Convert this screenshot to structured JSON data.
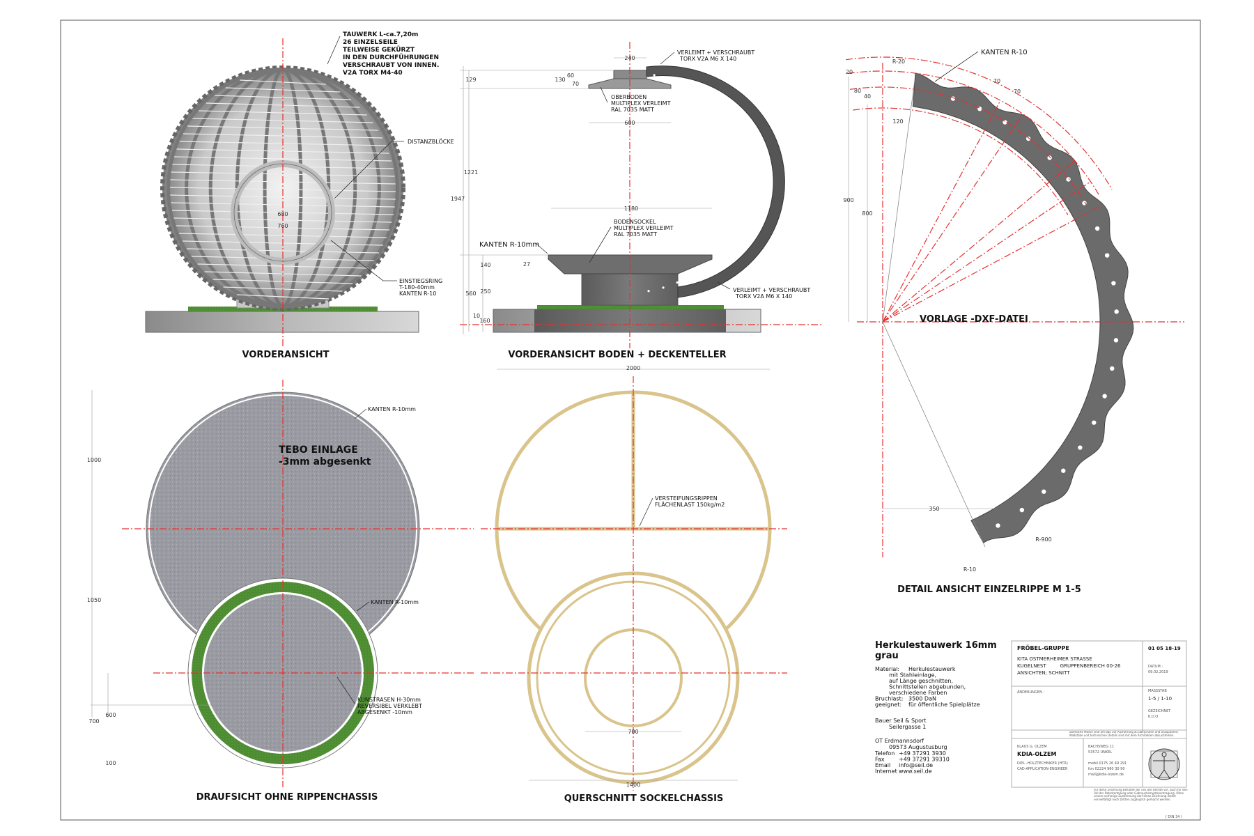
{
  "colors": {
    "centerline": "#e53030",
    "steel": "#6e6e6e",
    "tebo": "#9a9ba2",
    "grass": "#4d8c32",
    "wood": "#e8d9a8"
  },
  "front_view": {
    "title": "VORDERANSICHT",
    "rope_note": [
      "TAUWERK L-ca.7,20m",
      "26 EINZELSEILE",
      "TEILWEISE GEKÜRZT",
      "IN DEN DURCHFÜHRUNGEN",
      "VERSCHRAUBT VON INNEN.",
      "V2A TORX M4-40"
    ],
    "distance_blocks": "DISTANZBLÖCKE",
    "entry_ring": [
      "EINSTIEGSRING",
      "T-180-40mm",
      "KANTEN R-10"
    ],
    "dims": [
      "680",
      "760"
    ]
  },
  "base_view": {
    "title": "VORDERANSICHT  BODEN + DECKENTELLER",
    "top_screw": [
      "VERLEIMT + VERSCHRAUBT",
      "TORX V2A  M6 X 140"
    ],
    "top_board": [
      "OBERBODEN",
      "MULTIPLEX VERLEIMT",
      "RAL 7035 MATT"
    ],
    "base_plinth": [
      "BODENSOCKEL",
      "MULTIPLEX VERLEIMT",
      "RAL 7035 MATT"
    ],
    "edges": "KANTEN R-10mm",
    "bottom_screw": [
      "VERLEIMT + VERSCHRAUBT",
      "TORX V2A  M6 X 140"
    ],
    "dims": [
      "240",
      "129",
      "130",
      "60",
      "70",
      "600",
      "1221",
      "1947",
      "1180",
      "27",
      "140",
      "250",
      "560",
      "10",
      "160"
    ]
  },
  "rib_detail": {
    "title": "DETAIL ANSICHT EINZELRIPPE  M 1-5",
    "template": "VORLAGE -DXF-DATEI",
    "edges": "KANTEN R-10",
    "dims": [
      "R-20",
      "20",
      "80",
      "40",
      "120",
      "70",
      "70",
      "900",
      "800",
      "350",
      "R-900",
      "R-10"
    ]
  },
  "top_view": {
    "title": "DRAUFSICHT OHNE RIPPENCHASSIS",
    "insert": [
      "TEBO EINLAGE",
      "-3mm abgesenkt"
    ],
    "edges_1": "KANTEN R-10mm",
    "edges_2": "KANTEN R-10mm",
    "turf": [
      "KUNSTRASEN H-30mm",
      "REVERSIBEL VERKLEBT",
      "ABGESENKT -10mm"
    ],
    "dims": [
      "1000",
      "1050",
      "700",
      "600",
      "100"
    ]
  },
  "section_view": {
    "title": "QUERSCHNITT SOCKELCHASSIS",
    "ribs": [
      "VERSTEIFUNGSRIPPEN",
      "FLÄCHENLAST 150kg/m2"
    ],
    "dims": [
      "2000",
      "700",
      "1400"
    ]
  },
  "material": {
    "title": [
      "Herkulestauwerk 16mm",
      "grau"
    ],
    "lines": [
      [
        "Material:",
        "Herkulestauwerk"
      ],
      [
        "",
        "mit Stahleinlage,"
      ],
      [
        "",
        "auf Länge geschnitten,"
      ],
      [
        "",
        "Schnittstellen abgebunden,"
      ],
      [
        "",
        "verschiedene Farben"
      ],
      [
        "Bruchlast:",
        "3500 DaN"
      ],
      [
        "geeignet:",
        "für öffentliche Spielplätze"
      ]
    ],
    "supplier": [
      "Bauer Seil & Sport",
      "Seilergasse 1"
    ],
    "address": [
      "OT Erdmannsdorf",
      "09573 Augustusburg"
    ],
    "contact": [
      [
        "Telefon",
        "+49 37291 3930"
      ],
      [
        "Fax",
        "+49 37291 39310"
      ],
      [
        "Email",
        "info@seil.de"
      ],
      [
        "Internet",
        "www.seil.de"
      ]
    ]
  },
  "title_block": {
    "client": "FRÖBEL-GRUPPE",
    "project": [
      "KITA  OSTMERHEIMER STRASSE",
      "KUGELNEST         GRUPPENBEREICH 00-26",
      "ANSICHTEN; SCHNITT"
    ],
    "number": "01 05 18-19",
    "date_label": "DATUM :",
    "date": "09.02.2019",
    "changes_label": "ÄNDERUNGEN :",
    "scale_label": "MASSSTAB",
    "scale": "1-5 / 1-10",
    "drawn_label": "GEZEICHNET",
    "drawn": "K.D.O",
    "note": "Sämtliche Masse sind am Bau vor Ausführung zu überprüfen und anzupassen; Maßstäbe und technischen Details sind mit dem Architekten abzustimmen.",
    "designer_name": "KLAUS G. OLZEM",
    "firm": "KDIA-OLZEM",
    "designer_title": [
      "DIPL.-HOLZTECHNIKER (HTR)",
      "CAD-APPLICATION-ENGINEER"
    ],
    "address": [
      "BACHSWEG 11",
      "53572 UNKEL"
    ],
    "phone": [
      "mobil 0175 26 49 291",
      "fon  02224 960 30 90"
    ],
    "email": "mail@kdia-olzem.de",
    "copyright": "Für diese Zeichnung behalten wir uns alle Rechte vor, auch für den Fall der Patenterteilung oder Gebrauchsmustereintragung. Ohne unsere vorherige Zustimmung darf diese Zeichnung weder vervielfältigt noch Dritten zugänglich gemacht werden.",
    "din": "( DIN 34 )"
  }
}
